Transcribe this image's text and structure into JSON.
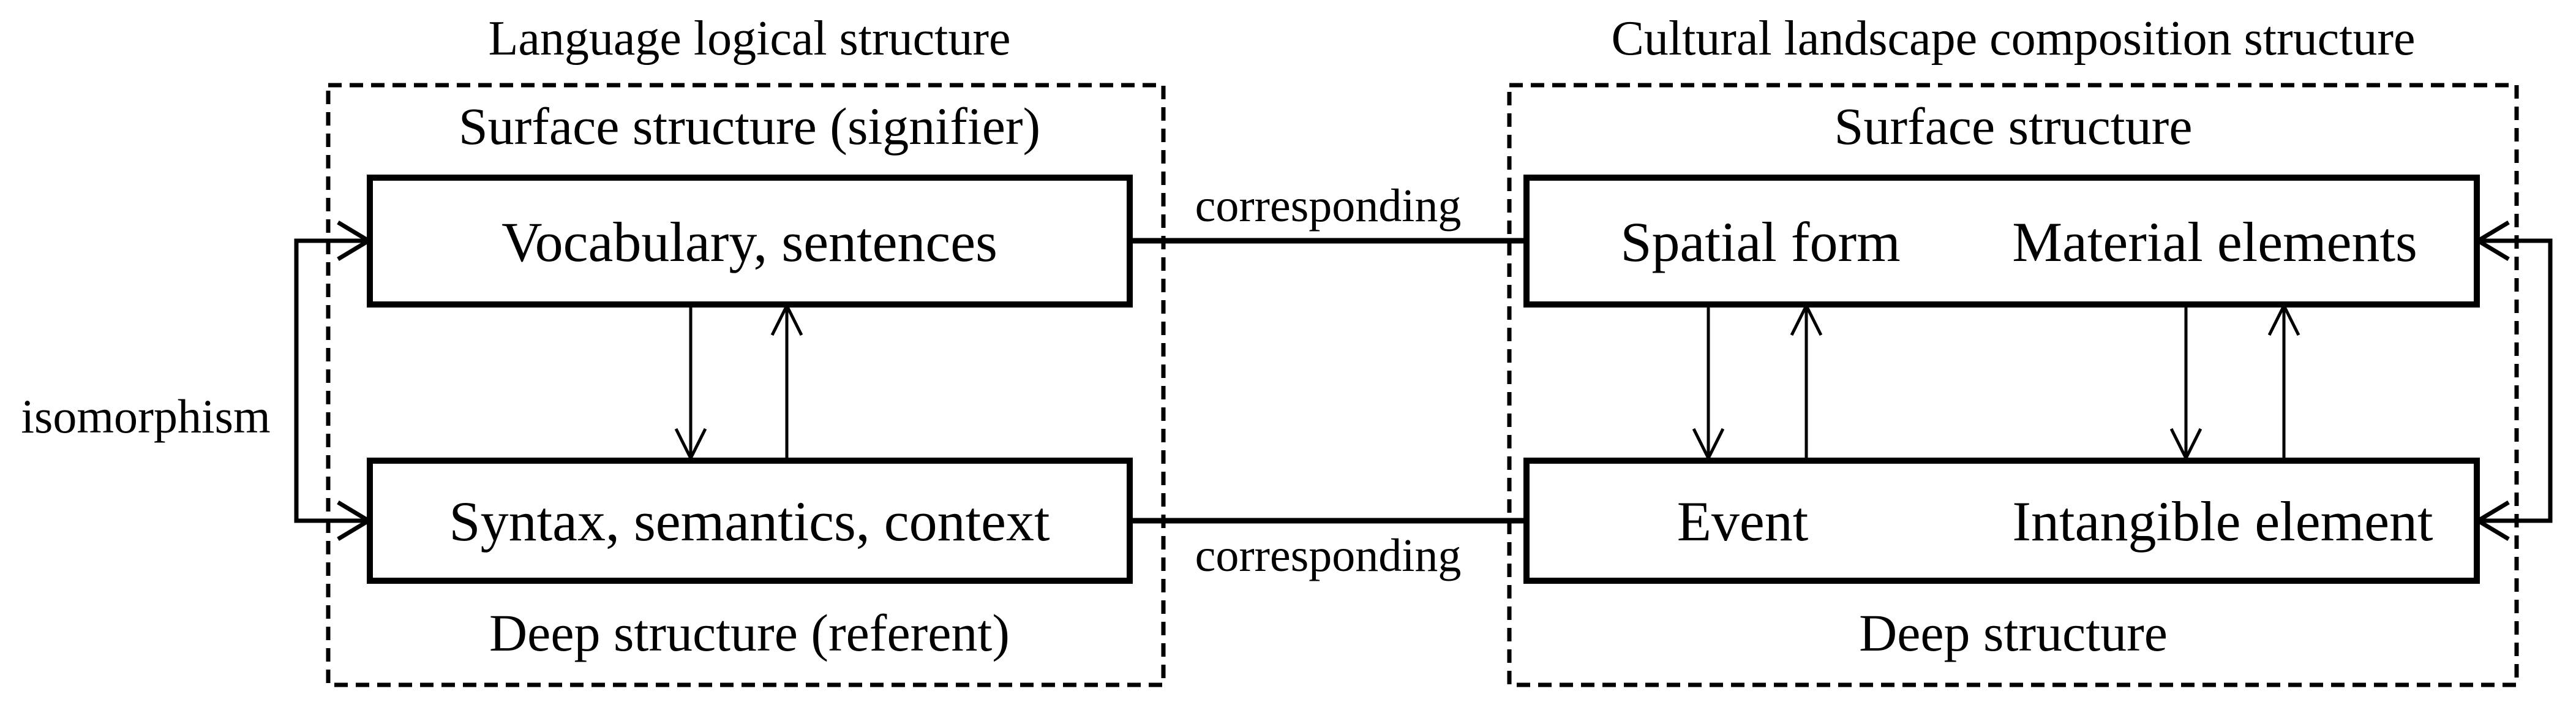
{
  "diagram": {
    "background_color": "#ffffff",
    "stroke_color": "#000000",
    "left_panel": {
      "title": "Language logical structure",
      "surface_label": "Surface structure (signifier)",
      "surface_box_text": "Vocabulary, sentences",
      "deep_box_text": "Syntax, semantics, context",
      "deep_label": "Deep structure (referent)",
      "relation_label": "isomorphism"
    },
    "right_panel": {
      "title": "Cultural landscape composition structure",
      "surface_label": "Surface structure",
      "surface_box_texts": [
        "Spatial form",
        "Material elements"
      ],
      "deep_box_texts": [
        "Event",
        "Intangible element"
      ],
      "deep_label": "Deep structure"
    },
    "links": {
      "top_label": "corresponding",
      "bottom_label": "corresponding"
    }
  }
}
